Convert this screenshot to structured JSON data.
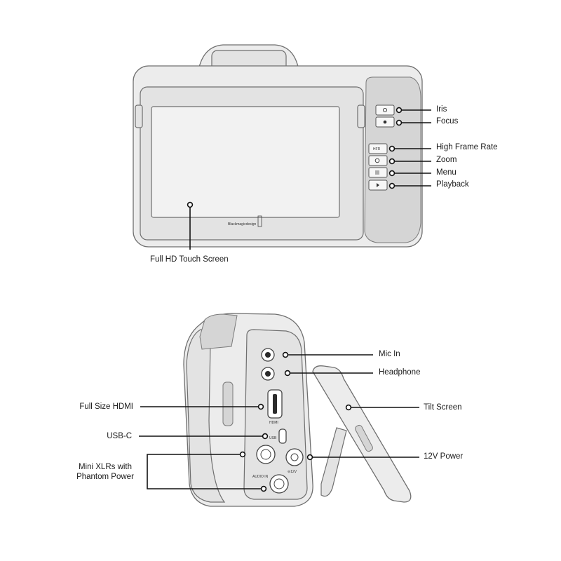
{
  "top_view": {
    "callouts": {
      "iris": "Iris",
      "focus": "Focus",
      "high_frame_rate": "High Frame Rate",
      "zoom": "Zoom",
      "menu": "Menu",
      "playback": "Playback",
      "touch_screen": "Full HD Touch Screen"
    },
    "brand_mark": "Blackmagicdesign",
    "button_labels": {
      "hfr": "HFR"
    }
  },
  "side_view": {
    "callouts": {
      "mic_in": "Mic In",
      "headphone": "Headphone",
      "full_size_hdmi": "Full Size HDMI",
      "tilt_screen": "Tilt Screen",
      "usb_c": "USB-C",
      "power_12v": "12V Power",
      "mini_xlr_line1": "Mini XLRs with",
      "mini_xlr_line2": "Phantom Power"
    },
    "port_labels": {
      "hdmi": "HDMI",
      "usb": "USB",
      "dc": "⊖12V",
      "audio_in": "AUDIO IN"
    }
  },
  "colors": {
    "line": "#111111",
    "body": "#ececec",
    "outline": "#6f6f6f"
  }
}
